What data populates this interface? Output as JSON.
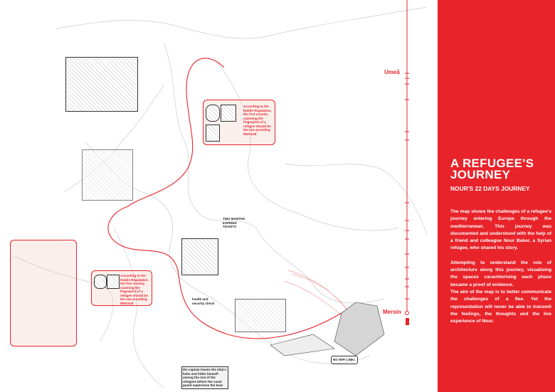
{
  "panel": {
    "title_line1": "A REFUGEE'S",
    "title_line2": "JOURNEY",
    "subtitle": "NOUR'S 22 DAYS JOURNEY",
    "paragraphs": [
      "The map shows the challenges of a refugee's journey entering Europe through the mediterranean. This journey was documented and understood with the help of a friend and colleague Nour Baker, a Syrian refugee, who shared his story.",
      "Attempting to understand the role of architecture along this journey, visualising the spaces carachterising each phase became a proof of evidence.",
      "The aim of the map is to better communicate the challenges of a flee. Yet the representation will never be able to transmit the feelings, the thoughts and the live experience of Nour."
    ]
  },
  "timeline": {
    "start": "Umeå",
    "end": "Mersin"
  },
  "notes": {
    "dublin_north": "According to the Dublin Regulation, the first country scanning the fingerprint of a refugee should be the one providing REFUGE",
    "dublin_west": "According to the Dublin Regulation, the first country scanning the fingerprint of a refugee should be the one providing REFUGE",
    "tickets": "TWO MONTHS EXPIRED TICKETS",
    "health": "health and security check",
    "captain": "the captain leaves the ship's helm and hides himself among the rest of the refugees before the coast guard supervises the boat",
    "wifi": "NO WIFI LINK!"
  },
  "colors": {
    "accent": "#e8232a"
  }
}
